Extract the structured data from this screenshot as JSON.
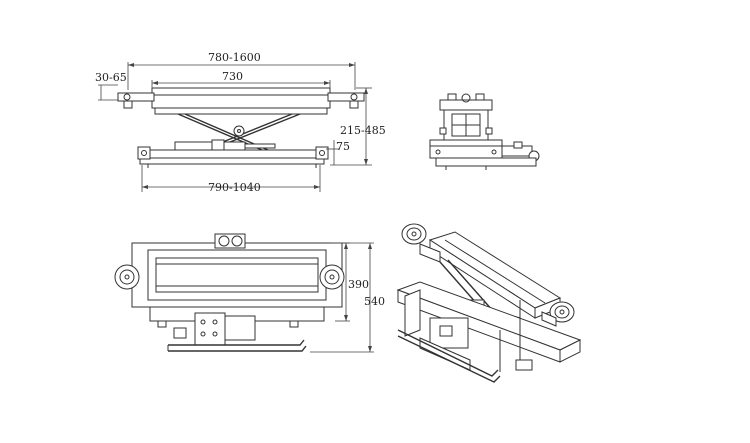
{
  "dimensions": {
    "overall_width": "780-1600",
    "platform_length": "730",
    "pad_offset": "30-65",
    "lift_height": "215-485",
    "closed_height": "75",
    "base_width": "790-1040",
    "pad_spacing": "390",
    "base_depth": "540"
  }
}
